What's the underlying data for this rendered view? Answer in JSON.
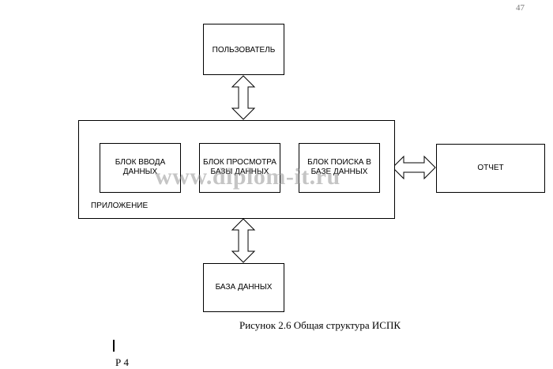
{
  "page_number": "47",
  "diagram": {
    "user": "ПОЛЬЗОВАТЕЛЬ",
    "app": {
      "label": "ПРИЛОЖЕНИЕ",
      "blocks": [
        "БЛОК ВВОДА ДАННЫХ",
        "БЛОК ПРОСМОТРА БАЗЫ ДАННЫХ",
        "БЛОК ПОИСКА В БАЗЕ ДАННЫХ"
      ]
    },
    "report": "ОТЧЕТ",
    "database": "БАЗА ДАННЫХ"
  },
  "watermark": "www.diplom-it.ru",
  "caption": "Рисунок 2.6 Общая структура ИСПК",
  "cut_off_text": "Р         4"
}
